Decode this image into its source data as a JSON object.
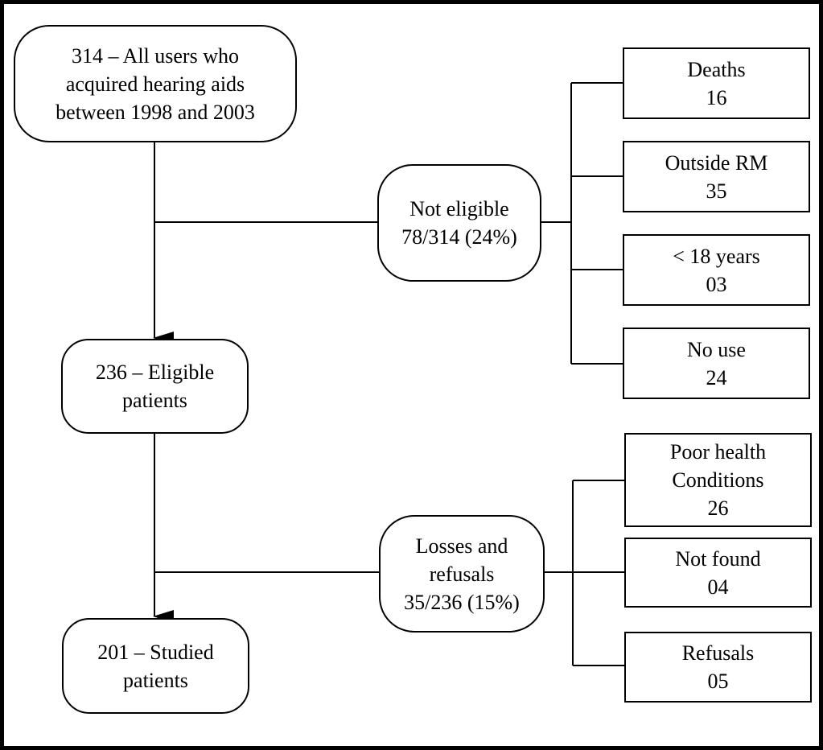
{
  "main_flow": {
    "all_users": [
      "314 – All users who",
      "acquired hearing aids",
      "between 1998 and 2003"
    ],
    "eligible": [
      "236 – Eligible",
      "patients"
    ],
    "studied": [
      "201 – Studied",
      "patients"
    ]
  },
  "not_eligible": {
    "label": [
      "Not eligible",
      "78/314 (24%)"
    ],
    "reasons": [
      {
        "label": "Deaths",
        "count": "16"
      },
      {
        "label": "Outside RM",
        "count": "35"
      },
      {
        "label": "< 18 years",
        "count": "03"
      },
      {
        "label": "No use",
        "count": "24"
      }
    ]
  },
  "losses": {
    "label": [
      "Losses and",
      "refusals",
      "35/236 (15%)"
    ],
    "reasons": [
      {
        "label": [
          "Poor health",
          "Conditions"
        ],
        "count": "26"
      },
      {
        "label": [
          "Not found"
        ],
        "count": "04"
      },
      {
        "label": [
          "Refusals"
        ],
        "count": "05"
      }
    ]
  }
}
